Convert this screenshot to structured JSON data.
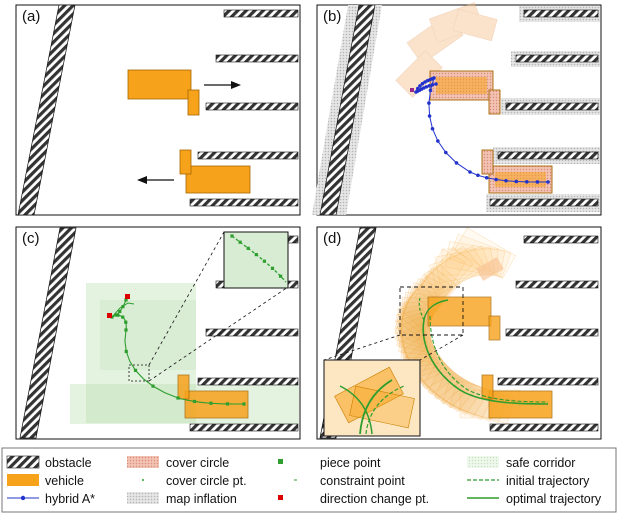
{
  "panels": [
    {
      "label": "(a)"
    },
    {
      "label": "(b)"
    },
    {
      "label": "(c)"
    },
    {
      "label": "(d)"
    }
  ],
  "legend": [
    {
      "label": "obstacle",
      "icon": "hatch-swatch"
    },
    {
      "label": "cover circle",
      "icon": "pink-swatch"
    },
    {
      "label": "piece point",
      "icon": "green-square-dot"
    },
    {
      "label": "safe corridor",
      "icon": "light-green-swatch"
    },
    {
      "label": "vehicle",
      "icon": "orange-swatch"
    },
    {
      "label": "cover circle pt.",
      "icon": "small-dot"
    },
    {
      "label": "constraint point",
      "icon": "tiny-dash"
    },
    {
      "label": "initial trajectory",
      "icon": "green-dashed-line"
    },
    {
      "label": "hybrid A*",
      "icon": "blue-dot-line"
    },
    {
      "label": "map inflation",
      "icon": "gray-swatch"
    },
    {
      "label": "direction change pt.",
      "icon": "red-square-dot"
    },
    {
      "label": "optimal trajectory",
      "icon": "green-solid-line"
    }
  ],
  "colors": {
    "vehicle": "#f7a21b",
    "vehicle_border": "#b06d00",
    "cover": "#e8a08a",
    "hybrid": "#2233cc",
    "corridor": "#d7ecd3",
    "traj": "#2e9e2e",
    "inflation": "#d9d9d9",
    "red_point": "#dd0000"
  }
}
